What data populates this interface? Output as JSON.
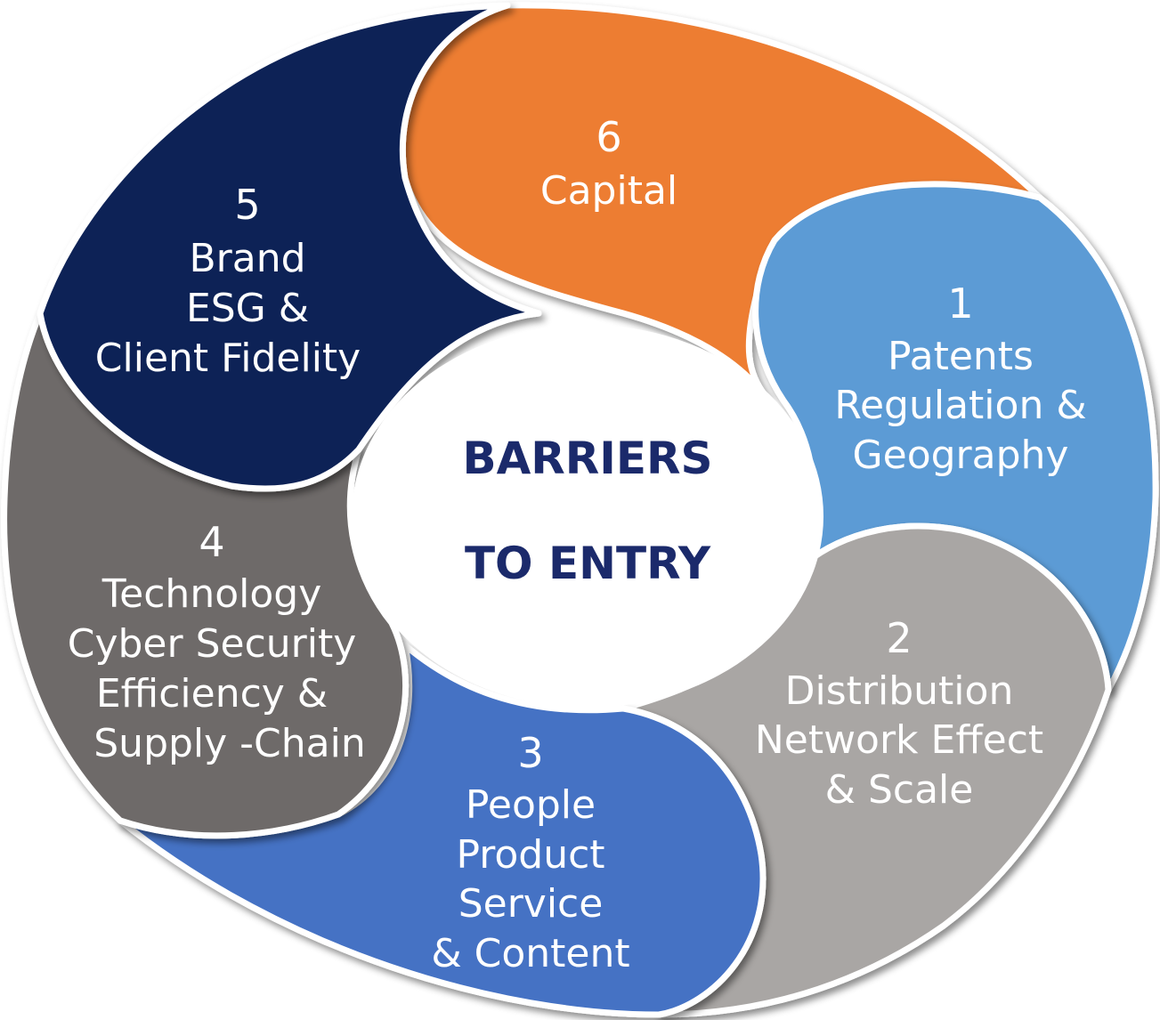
{
  "center": {
    "line1": "BARRIERS",
    "line2": "TO ENTRY"
  },
  "colors": {
    "segment_1": "#5b9bd5",
    "segment_2": "#a9a6a4",
    "segment_3": "#4472c4",
    "segment_4": "#6e6b69",
    "segment_5": "#0f2257",
    "segment_6": "#ed7d31",
    "center_text": "#1b2a6b"
  },
  "segments": [
    {
      "number": "1",
      "lines": [
        "Patents",
        "Regulation &",
        "Geography"
      ]
    },
    {
      "number": "2",
      "lines": [
        "Distribution",
        "Network Effect",
        "& Scale"
      ]
    },
    {
      "number": "3",
      "lines": [
        "People",
        "Product",
        "Service",
        "& Content"
      ]
    },
    {
      "number": "4",
      "lines": [
        "Technology",
        "Cyber Security",
        "Efficiency &",
        "Supply -Chain"
      ]
    },
    {
      "number": "5",
      "lines": [
        "Brand",
        "ESG &",
        "Client Fidelity"
      ]
    },
    {
      "number": "6",
      "lines": [
        "Capital"
      ]
    }
  ]
}
